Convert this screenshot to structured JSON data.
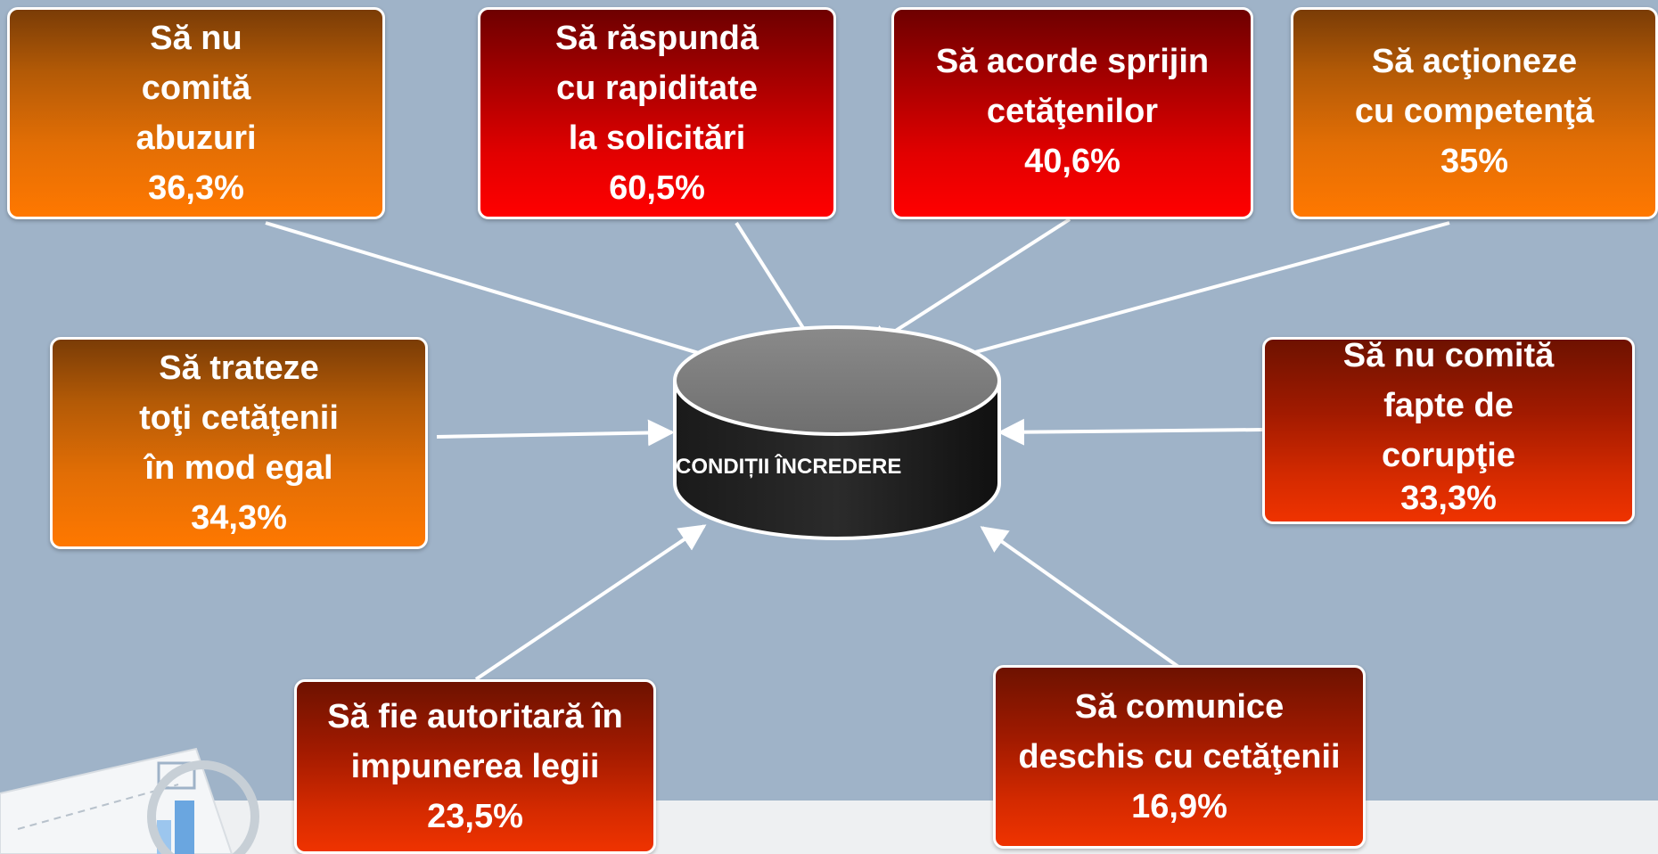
{
  "center": {
    "label": "CONDIȚII ÎNCREDERE"
  },
  "conditions": [
    {
      "lines": [
        "Să nu",
        "comită",
        "abuzuri",
        "36,3%"
      ]
    },
    {
      "lines": [
        "Să răspundă",
        "cu rapiditate",
        "la solicitări",
        "60,5%"
      ]
    },
    {
      "lines": [
        "Să acorde sprijin",
        "cetăţenilor",
        "40,6%"
      ]
    },
    {
      "lines": [
        "Să acţioneze",
        "cu competenţă",
        "35%"
      ]
    },
    {
      "lines": [
        "Să trateze",
        "toţi cetăţenii",
        "în mod egal",
        "34,3%"
      ]
    },
    {
      "lines": [
        "Să nu comită",
        "fapte de",
        "corupţie",
        "33,3%"
      ]
    },
    {
      "lines": [
        "Să fie autoritară în",
        "impunerea legii",
        "23,5%"
      ]
    },
    {
      "lines": [
        "Să comunice",
        "deschis cu cetăţenii",
        "16,9%"
      ]
    }
  ],
  "colors": {
    "background": "#9fb3c8",
    "orange": "#ff7800",
    "red": "#ff0000",
    "darkred": "#ef3300"
  }
}
